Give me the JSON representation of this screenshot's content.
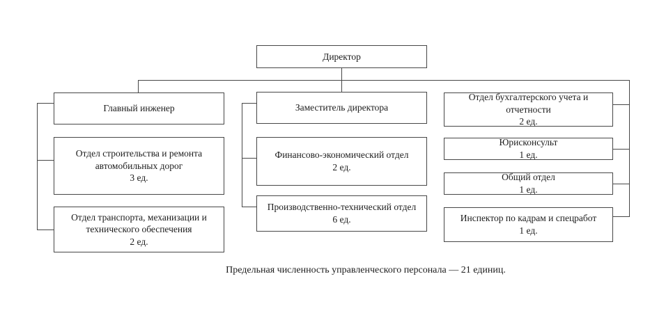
{
  "org": {
    "director": {
      "title": "Директор"
    },
    "left": [
      {
        "title": "Главный инженер",
        "units": ""
      },
      {
        "title": "Отдел строительства и ремонта автомобильных дорог",
        "units": "3 ед."
      },
      {
        "title": "Отдел транспорта, механизации и технического обеспечения",
        "units": "2 ед."
      }
    ],
    "middle": [
      {
        "title": "Заместитель директора",
        "units": ""
      },
      {
        "title": "Финансово-экономический отдел",
        "units": "2 ед."
      },
      {
        "title": "Производственно-технический отдел",
        "units": "6 ед."
      }
    ],
    "right": [
      {
        "title": "Отдел бухгалтерского учета и отчетности",
        "units": "2 ед."
      },
      {
        "title": "Юрисконсульт",
        "units": "1 ед."
      },
      {
        "title": "Общий отдел",
        "units": "1 ед."
      },
      {
        "title": "Инспектор по кадрам и спецработ",
        "units": "1 ед."
      }
    ]
  },
  "caption": "Предельная численность управленческого персонала — 21 единиц.",
  "colors": {
    "line": "#464646",
    "box_border": "#464646",
    "background": "#ffffff",
    "text": "#1c1c1c"
  }
}
